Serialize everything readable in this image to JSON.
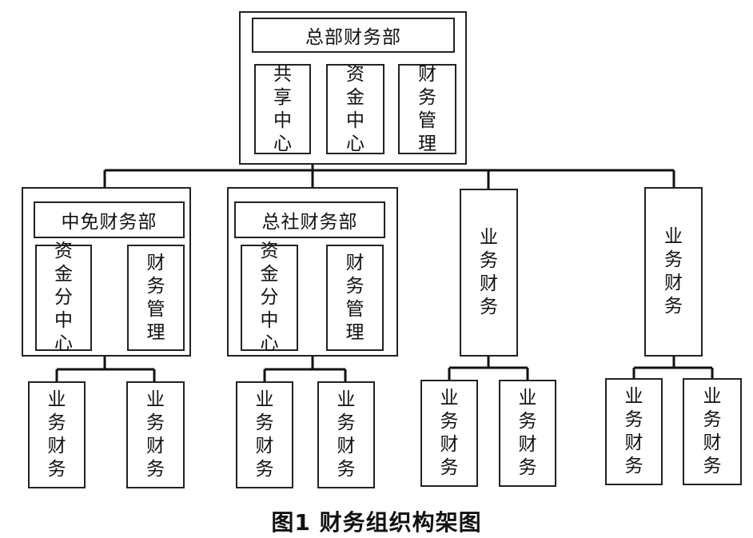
{
  "root": {
    "title": "总部财务部",
    "units": [
      "共享中心",
      "资金中心",
      "财务管理"
    ]
  },
  "branches": [
    {
      "title": "中免财务部",
      "units": [
        "资金分中心",
        "财务管理"
      ],
      "children": [
        "业务财务",
        "业务财务"
      ]
    },
    {
      "title": "总社财务部",
      "units": [
        "资金分中心",
        "财务管理"
      ],
      "children": [
        "业务财务",
        "业务财务"
      ]
    },
    {
      "title": "业务财务",
      "children": [
        "业务财务",
        "业务财务"
      ]
    },
    {
      "title": "业务财务",
      "children": [
        "业务财务",
        "业务财务"
      ]
    }
  ],
  "caption": "图1  财务组织构架图"
}
